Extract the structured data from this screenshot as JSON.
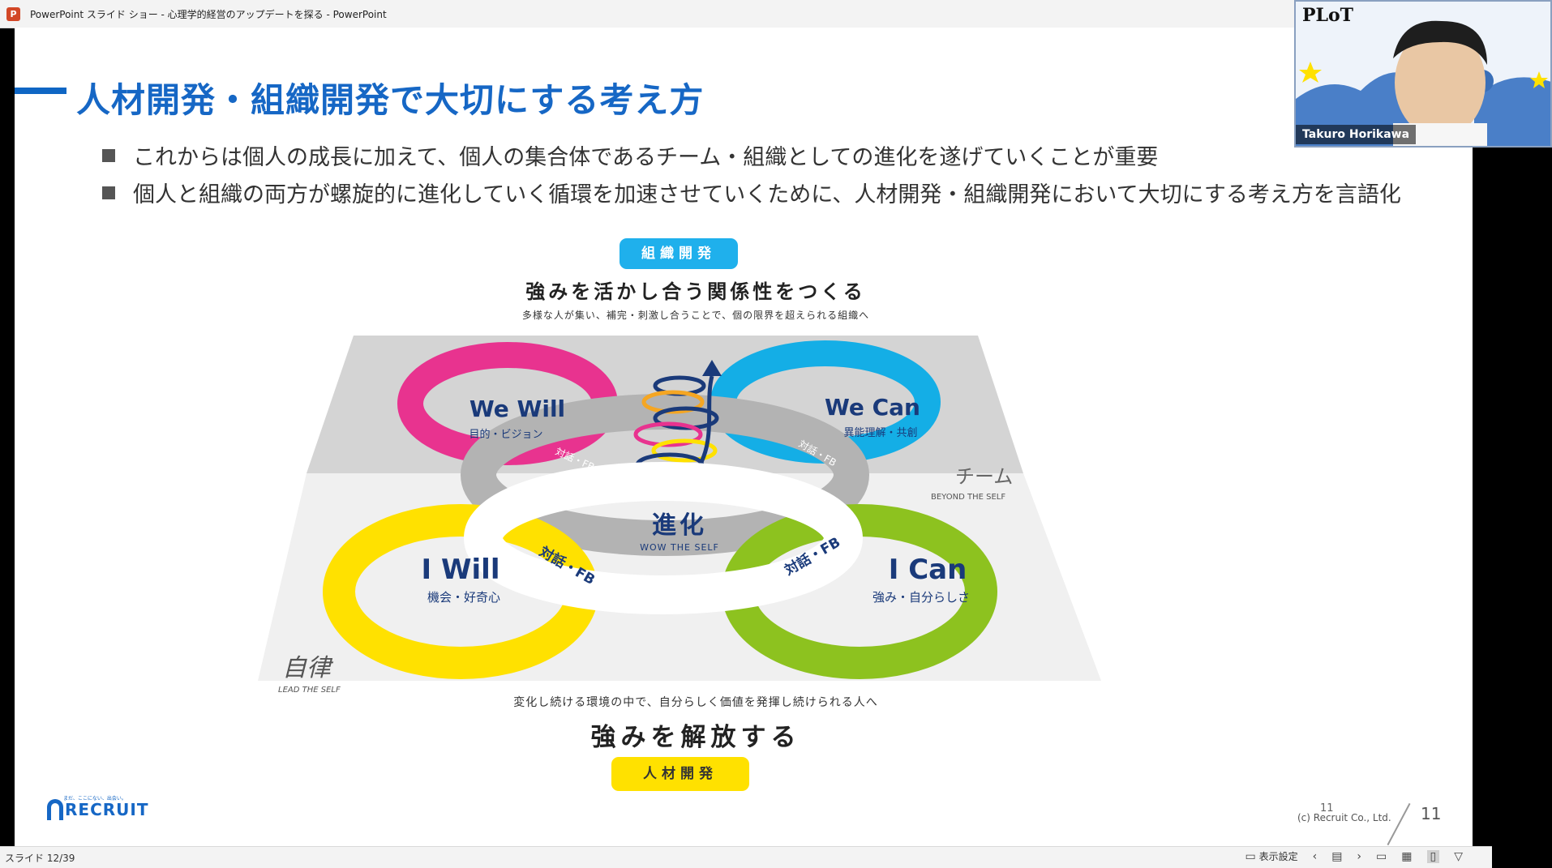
{
  "window": {
    "app_icon": "P",
    "title": "PowerPoint スライド ショー  -  心理学的経営のアップデートを探る - PowerPoint"
  },
  "slide": {
    "title": "人材開発・組織開発で大切にする考え方",
    "bullets": [
      "これからは個人の成長に加えて、個人の集合体であるチーム・組織としての進化を遂げていくことが重要",
      "個人と組織の両方が螺旋的に進化していく循環を加速させていくために、人材開発・組織開発において大切にする考え方を言語化"
    ],
    "diagram": {
      "org_dev": {
        "pill": "組織開発",
        "headline": "強みを活かし合う関係性をつくる",
        "subline": "多様な人が集い、補完・刺激し合うことで、個の限界を超えられる組織へ"
      },
      "hr_dev": {
        "pill": "人材開発",
        "headline": "強みを解放する",
        "subline": "変化し続ける環境の中で、自分らしく価値を発揮し続けられる人へ"
      },
      "rings": {
        "we_will": {
          "title": "We Will",
          "sub": "目的・ビジョン",
          "color": "#e8338f"
        },
        "we_can": {
          "title": "We Can",
          "sub": "異能理解・共創",
          "color": "#14aee6"
        },
        "i_will": {
          "title": "I Will",
          "sub": "機会・好奇心",
          "color": "#ffe100"
        },
        "i_can": {
          "title": "I Can",
          "sub": "強み・自分らしさ",
          "color": "#8dc21f"
        }
      },
      "dialogue": "対話・FB",
      "center": {
        "title": "進化",
        "sub": "WOW THE SELF"
      },
      "team": {
        "title": "チーム",
        "sub": "BEYOND THE SELF"
      },
      "self": {
        "title": "自律",
        "sub": "LEAD THE SELF"
      }
    },
    "footer": {
      "logo": "RECRUIT",
      "tagline": "まだ、ここにない、出会い。",
      "copyright": "(c) Recruit Co., Ltd.",
      "page_small": "11",
      "page": "11"
    }
  },
  "webcam": {
    "logo": "PLoT",
    "participant": "Takuro Horikawa"
  },
  "statusbar": {
    "slide_counter": "スライド 12/39",
    "display_settings": "表示設定"
  }
}
